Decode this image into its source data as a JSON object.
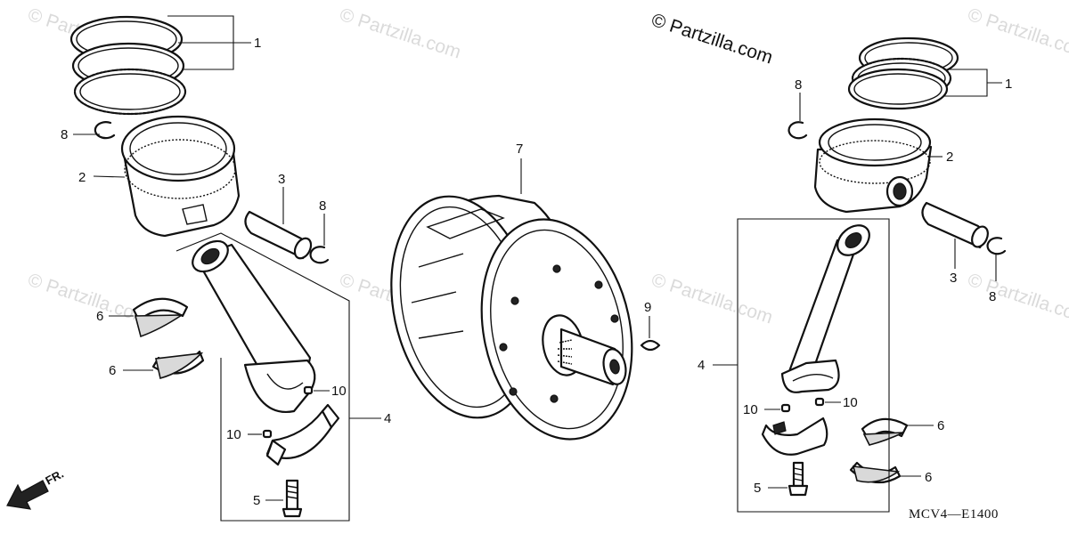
{
  "copyright": "© Partzilla.com",
  "watermark": "© Partzilla.com",
  "diagram_code": "MCV4—E1400",
  "front_label": "FR.",
  "callouts": {
    "piston_ring_set": "1",
    "piston": "2",
    "piston_pin": "3",
    "connecting_rod": "4",
    "rod_bolt": "5",
    "bearing": "6",
    "crankshaft": "7",
    "pin_clip": "8",
    "woodruff_key": "9",
    "dowel_pin": "10"
  }
}
